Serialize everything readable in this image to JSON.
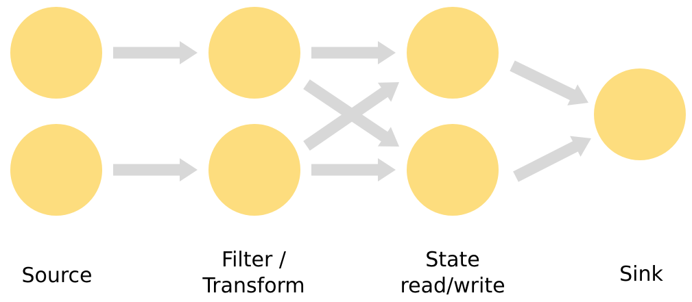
{
  "colors": {
    "node_fill": "#fddd7e",
    "arrow_fill": "#d8d8d8",
    "label_text": "#000000"
  },
  "stages": {
    "source": {
      "label_lines": [
        "Source"
      ]
    },
    "filter": {
      "label_lines": [
        "Filter /",
        "Transform"
      ]
    },
    "state": {
      "label_lines": [
        "State",
        "read/write"
      ]
    },
    "sink": {
      "label_lines": [
        "Sink"
      ]
    }
  }
}
